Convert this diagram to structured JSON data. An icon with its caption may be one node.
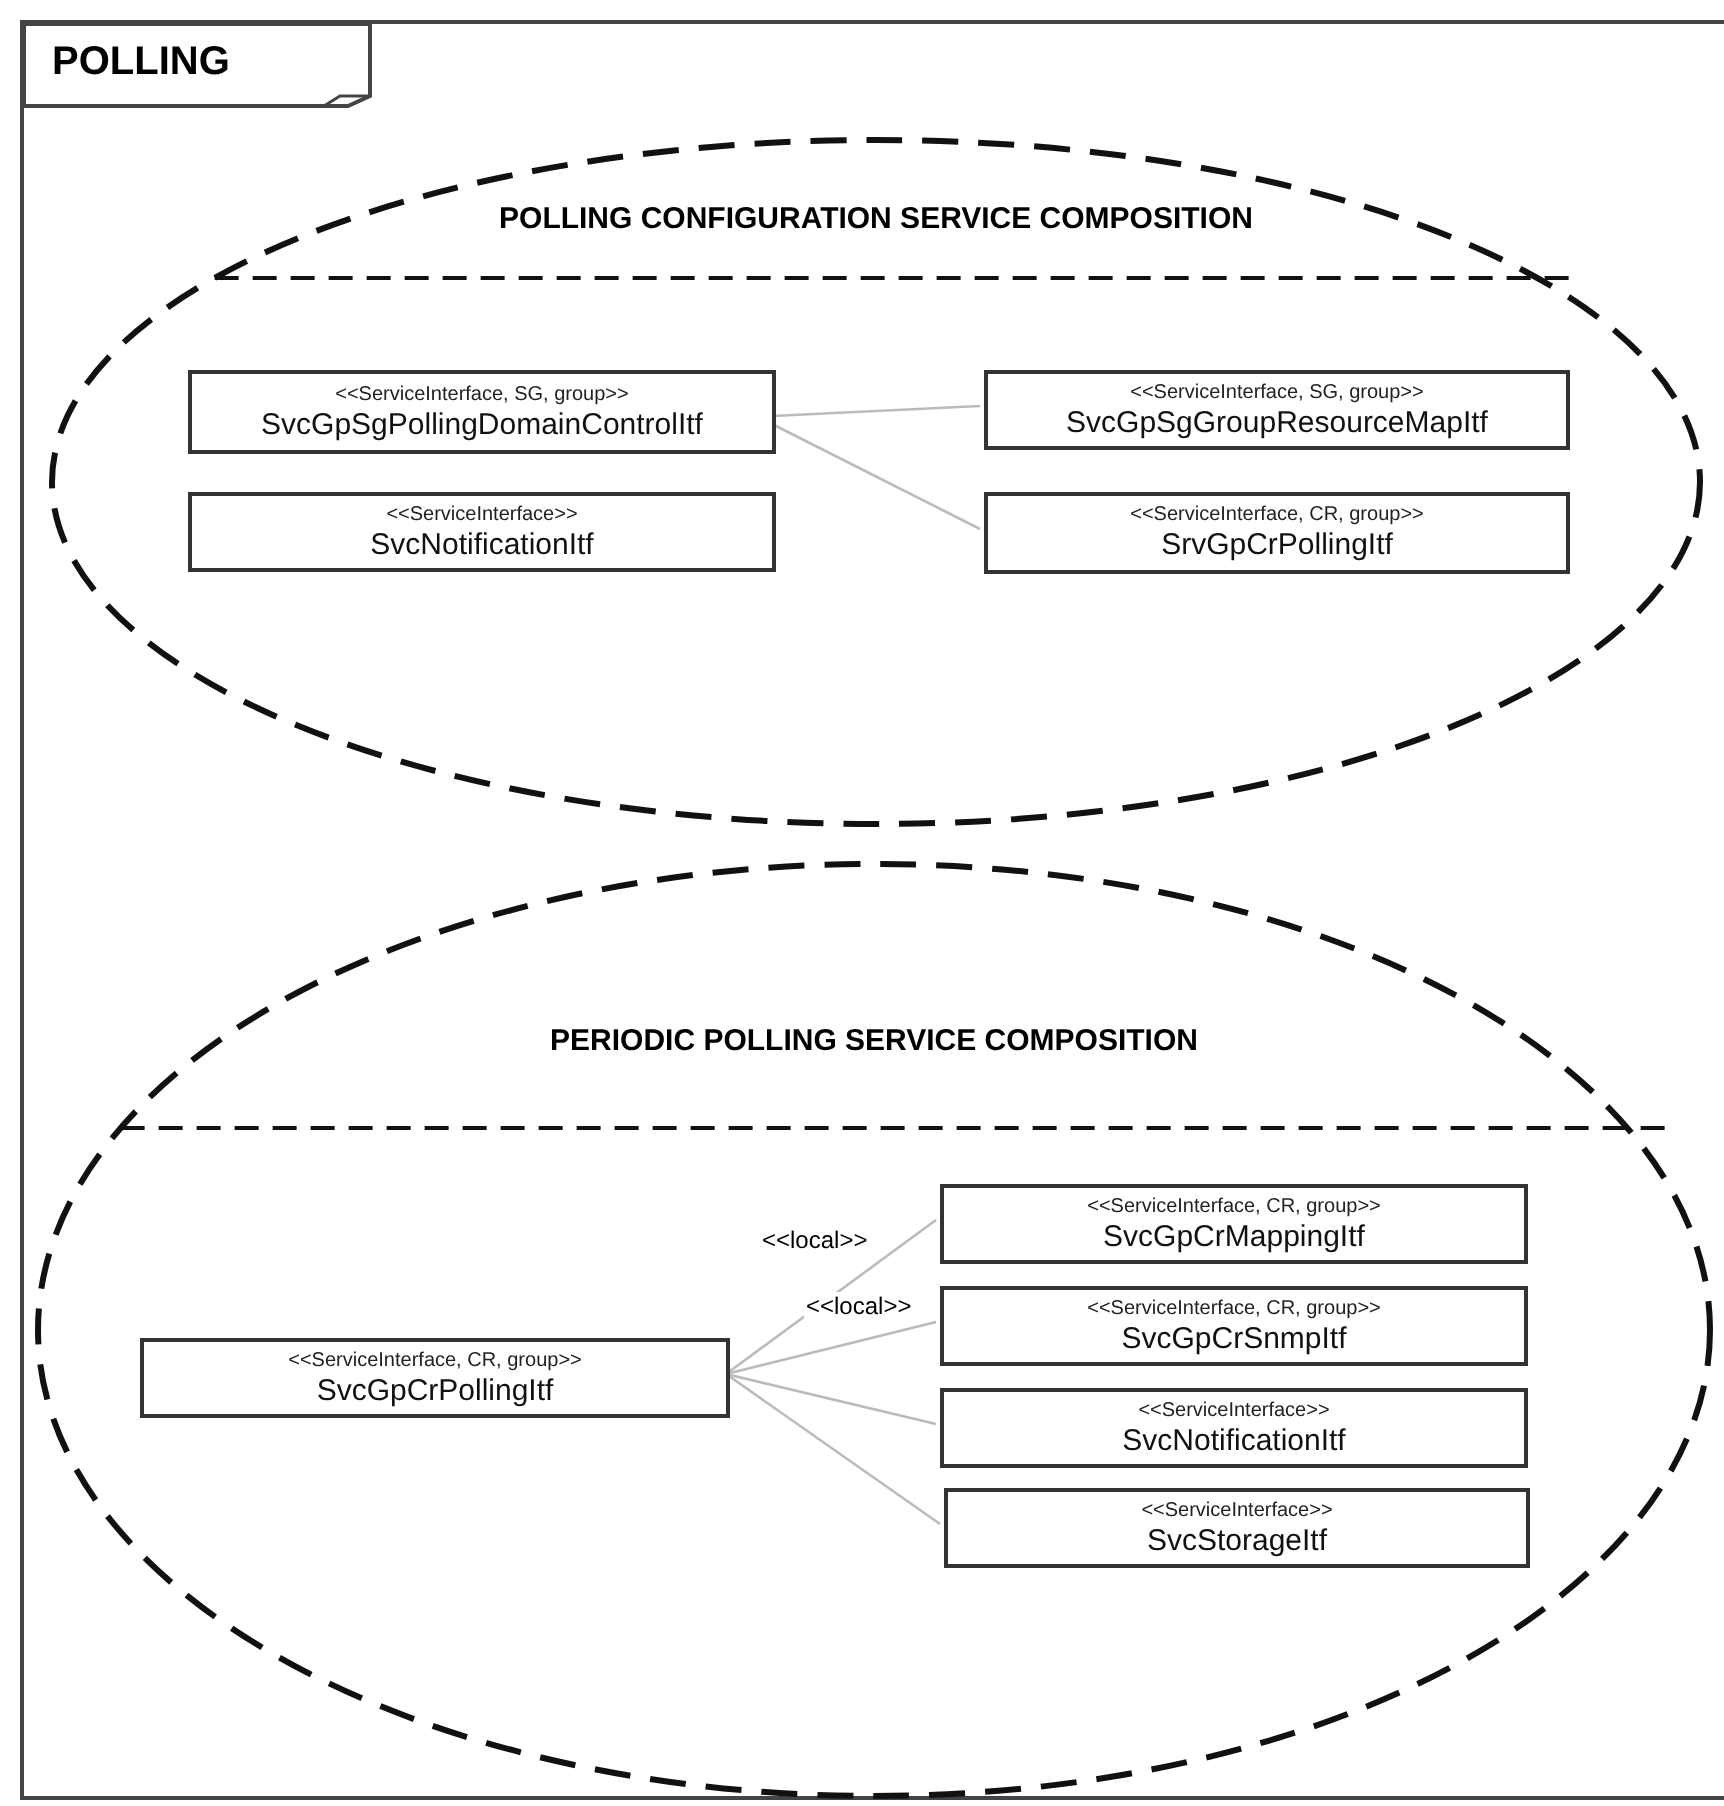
{
  "diagram": {
    "nodes": [
      {
        "text": [
          "POLLING"
        ]
      },
      {
        "text": [
          "POLLING CONFIGURATION SERVICE COMPOSITION"
        ],
        "in": 0
      },
      {
        "text": [
          "<<ServiceInterface, SG, group>>",
          "SvcGpSgPollingDomainControlItf"
        ],
        "in": 1
      },
      {
        "text": [
          "<<ServiceInterface>>",
          "SvcNotificationItf"
        ],
        "in": 1
      },
      {
        "text": [
          "<<ServiceInterface, SG, group>>",
          "SvcGpSgGroupResourceMapItf"
        ],
        "in": 1
      },
      {
        "text": [
          "<<ServiceInterface, CR, group>>",
          "SrvGpCrPollingItf"
        ],
        "in": 1
      },
      {
        "text": [
          "PERIODIC POLLING SERVICE COMPOSITION"
        ],
        "in": 0
      },
      {
        "text": [
          "<<ServiceInterface, CR, group>>",
          "SvcGpCrPollingItf"
        ],
        "in": 6
      },
      {
        "text": [
          "<<ServiceInterface, CR, group>>",
          "SvcGpCrMappingItf"
        ],
        "in": 6
      },
      {
        "text": [
          "<<ServiceInterface, CR, group>>",
          "SvcGpCrSnmpItf"
        ],
        "in": 6
      },
      {
        "text": [
          "<<ServiceInterface>>",
          "SvcNotificationItf"
        ],
        "in": 6
      },
      {
        "text": [
          "<<ServiceInterface>>",
          "SvcStorageItf"
        ],
        "in": 6
      }
    ],
    "edges": [
      {
        "from": 2,
        "to": 4,
        "arrow": "none"
      },
      {
        "from": 2,
        "to": 5,
        "arrow": "none"
      },
      {
        "from": 7,
        "to": 8,
        "arrow": "none",
        "label": "<<local>>"
      },
      {
        "from": 7,
        "to": 9,
        "arrow": "none",
        "label": "<<local>>"
      },
      {
        "from": 7,
        "to": 10,
        "arrow": "none"
      },
      {
        "from": 7,
        "to": 11,
        "arrow": "none"
      }
    ]
  }
}
